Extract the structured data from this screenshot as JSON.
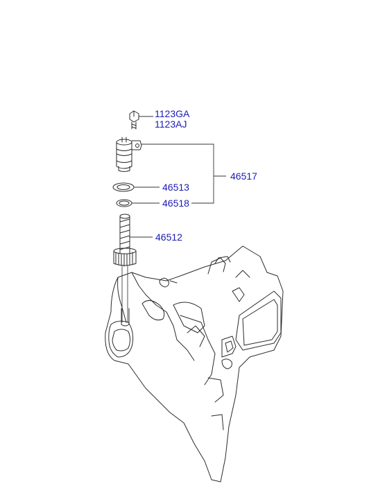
{
  "colors": {
    "background": "#ffffff",
    "line_art": "#2a2a2a",
    "leader_line": "#333333",
    "label_text": "#1a1ab4"
  },
  "labels": {
    "bolt_a": "1123GA",
    "bolt_b": "1123AJ",
    "sensor_assembly": "46517",
    "o_ring_large": "46513",
    "o_ring_small": "46518",
    "driven_gear": "46512"
  }
}
